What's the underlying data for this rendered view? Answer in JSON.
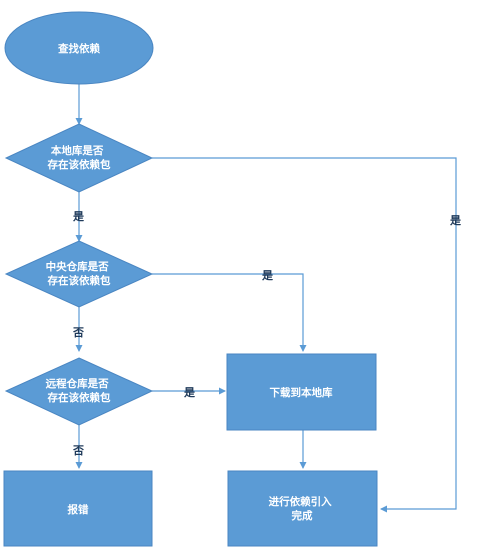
{
  "nodes": {
    "start": {
      "label": "查找依赖"
    },
    "local_check": {
      "lines": [
        "本地库是否",
        "存在该依赖包"
      ]
    },
    "central_check": {
      "lines": [
        "中央仓库是否",
        "存在该依赖包"
      ]
    },
    "remote_check": {
      "lines": [
        "远程仓库是否",
        "存在该依赖包"
      ]
    },
    "download_local": {
      "label": "下载到本地库"
    },
    "error": {
      "label": "报错"
    },
    "complete": {
      "lines": [
        "进行依赖引入",
        "完成"
      ]
    }
  },
  "edges": {
    "local_yes": "是",
    "local_to_central_yes": "是",
    "central_yes": "是",
    "central_no": "否",
    "remote_yes": "是",
    "remote_no": "否"
  },
  "colors": {
    "node_fill": "#5b9bd5",
    "node_stroke": "#4a86c2",
    "edge": "#5b9bd5",
    "label_text": "#1f3a5a"
  }
}
